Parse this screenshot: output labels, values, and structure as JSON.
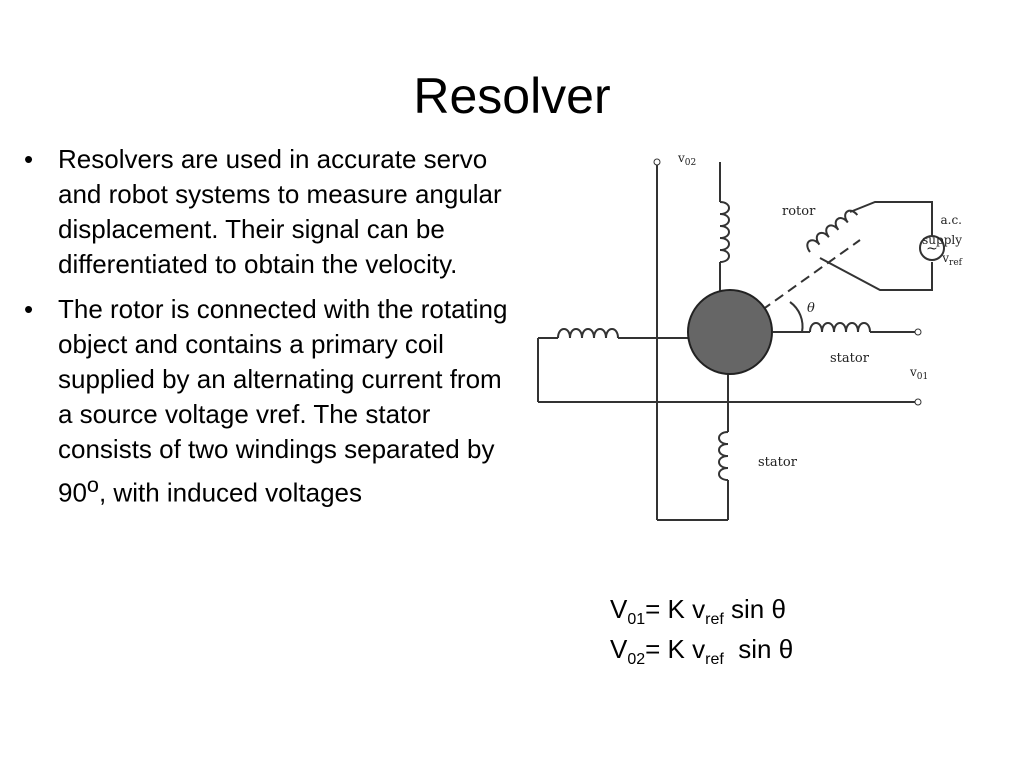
{
  "slide": {
    "title": "Resolver",
    "bullets": [
      {
        "text": "Resolvers are used in accurate servo and robot systems to measure angular displacement. Their signal can be differentiated to obtain the velocity."
      },
      {
        "text_before": "The rotor is connected with the rotating object and contains a primary coil supplied by an alternating current from a source voltage vref. The stator consists of two windings separated by 90",
        "sup": "o",
        "text_after": ", with induced voltages"
      }
    ],
    "bullet_char": "•"
  },
  "diagram": {
    "labels": {
      "v02_main": "v",
      "v02_sub": "02",
      "rotor": "rotor",
      "ac1": "a.c.",
      "ac2": "supply",
      "vref_main": "v",
      "vref_sub": "ref",
      "theta": "θ",
      "stator_right": "stator",
      "v01_main": "v",
      "v01_sub": "01",
      "stator_bottom": "stator",
      "ac_symbol": "~"
    }
  },
  "equations": [
    {
      "a": "V",
      "a_sub": "01",
      "b": "= K v",
      "b_sub": "ref",
      "c": " sin θ"
    },
    {
      "a": "V",
      "a_sub": "02",
      "b": "= K v",
      "b_sub": "ref",
      "c": "  sin θ"
    }
  ]
}
